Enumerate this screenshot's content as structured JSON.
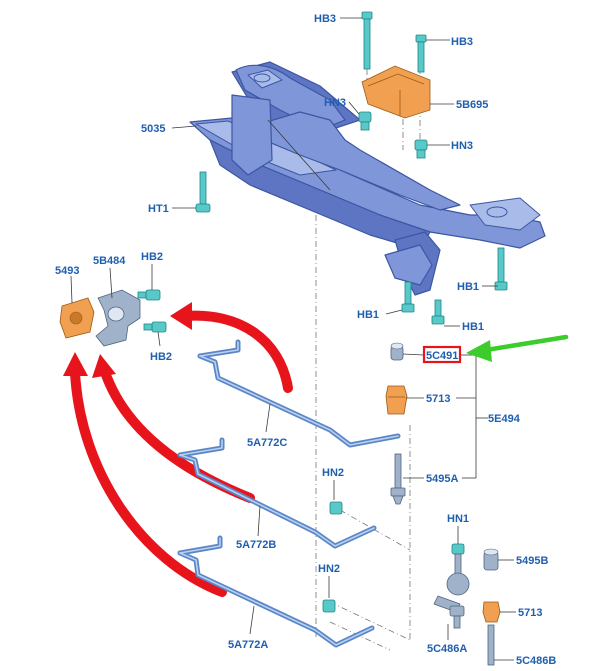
{
  "labels": {
    "hb3_top": "HB3",
    "hb3_right": "HB3",
    "hn3_left": "HN3",
    "b5b695": "5B695",
    "hn3_right": "HN3",
    "p5035": "5035",
    "ht1": "HT1",
    "p5493": "5493",
    "p5b484": "5B484",
    "hb2_top": "HB2",
    "hb2_bottom": "HB2",
    "hb1_right": "HB1",
    "hb1_left": "HB1",
    "hb1_bottom": "HB1",
    "p5c491": "5C491",
    "p5713_a": "5713",
    "p5e494": "5E494",
    "p5495a": "5495A",
    "p5a772c": "5A772C",
    "hn2_a": "HN2",
    "p5a772b": "5A772B",
    "hn1": "HN1",
    "p5495b": "5495B",
    "hn2_b": "HN2",
    "p5713_b": "5713",
    "p5a772a": "5A772A",
    "p5c486a": "5C486A",
    "p5c486b": "5C486B"
  },
  "colors": {
    "label": "#1f5fb0",
    "highlight_box": "#e8141b",
    "green_arrow": "#3ccc2c",
    "red_arrow": "#e8141b",
    "frame": "#7f97d9",
    "bushing": "#f0a050",
    "fastener": "#58c8c8",
    "stabilizer_bar": "#5a86c8"
  },
  "highlighted_part": "5C491"
}
